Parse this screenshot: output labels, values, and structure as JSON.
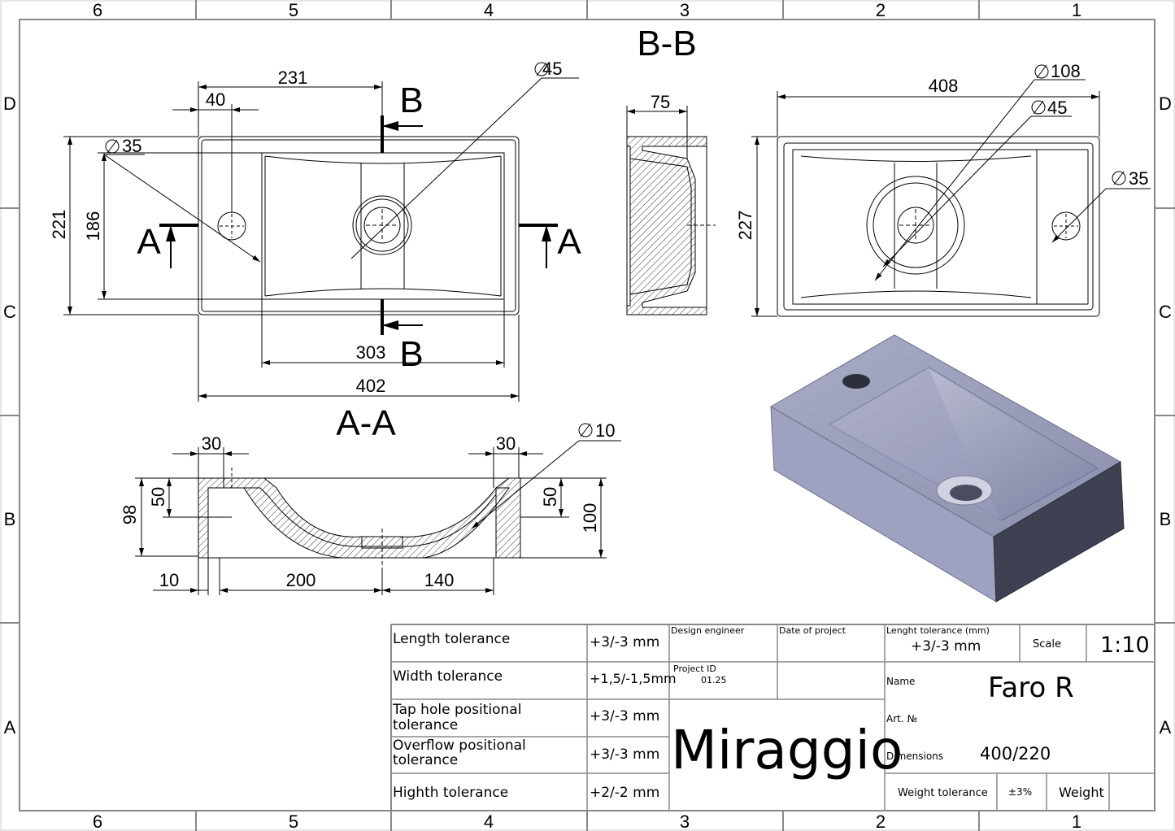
{
  "zone_columns": [
    "6",
    "5",
    "4",
    "3",
    "2",
    "1"
  ],
  "zone_rows": [
    "D",
    "C",
    "B",
    "A"
  ],
  "views": {
    "section_bb_title": "B-B",
    "section_aa_title": "A-A",
    "cut_a": "A",
    "cut_b": "B"
  },
  "dimensions": {
    "top_view": {
      "d231": "231",
      "d40": "40",
      "d45": "45",
      "d35": "35",
      "d221": "221",
      "d186": "186",
      "d303": "303",
      "d402": "402"
    },
    "side_view": {
      "d75": "75"
    },
    "right_view": {
      "d408": "408",
      "d108": "108",
      "d45": "45",
      "d35": "35",
      "d227": "227"
    },
    "section_view": {
      "d30_left": "30",
      "d30_right": "30",
      "d10_dia": "10",
      "d50_left": "50",
      "d50_right": "50",
      "d98": "98",
      "d100": "100",
      "d10": "10",
      "d200": "200",
      "d140": "140"
    }
  },
  "title_block": {
    "tolerances": [
      {
        "label": "Length tolerance",
        "value": "+3/-3 mm"
      },
      {
        "label": "Width tolerance",
        "value": "+1,5/-1,5mm"
      },
      {
        "label": "Tap hole positional tolerance",
        "label_line1": "Tap hole positional",
        "label_line2": "tolerance",
        "value": "+3/-3 mm"
      },
      {
        "label": "Overflow positional tolerance",
        "label_line1": "Overflow positional",
        "label_line2": "tolerance",
        "value": "+3/-3 mm"
      },
      {
        "label": "Highth tolerance",
        "value": "+2/-2 mm"
      }
    ],
    "design_engineer_label": "Design engineer",
    "date_of_project_label": "Date of project",
    "project_id_label": "Project ID",
    "project_id_value": "01.25",
    "brand": "Miraggio",
    "length_tolerance_mm_label": "Lenght tolerance (mm)",
    "length_tolerance_mm_value": "+3/-3 mm",
    "scale_label": "Scale",
    "scale_value": "1:10",
    "name_label": "Name",
    "name_value": "Faro R",
    "art_label": "Art. №",
    "dimensions_label": "Dimensions",
    "dimensions_value": "400/220",
    "weight_tolerance_label": "Weight tolerance",
    "weight_tolerance_value": "±3%",
    "weight_label": "Weight"
  }
}
